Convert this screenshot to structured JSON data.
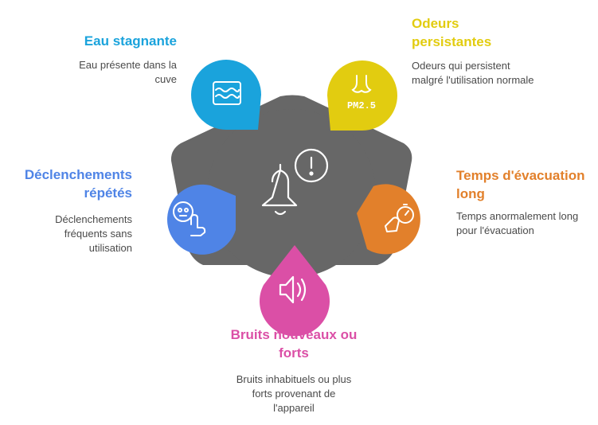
{
  "colors": {
    "center": "#676767",
    "water": "#1aa3dc",
    "odor": "#e2cc10",
    "evac": "#e2802b",
    "noise": "#db4fa6",
    "trigger": "#4f84e6"
  },
  "center": {
    "icon": "alarm-bell-icon"
  },
  "items": {
    "water": {
      "title": "Eau stagnante",
      "desc": "Eau présente dans la cuve",
      "icon": "water-level-icon"
    },
    "odor": {
      "title": "Odeurs persistantes",
      "desc": "Odeurs qui persistent malgré l'utilisation normale",
      "icon": "nose-pm25-icon",
      "icon_text": "PM2.5"
    },
    "evac": {
      "title": "Temps d'évacuation long",
      "desc": "Temps anormalement long pour l'évacuation",
      "icon": "stopwatch-hand-icon"
    },
    "noise": {
      "title": "Bruits nouveaux ou forts",
      "desc": "Bruits inhabituels ou plus forts provenant de l'appareil",
      "icon": "speaker-icon"
    },
    "trigger": {
      "title": "Déclenchements répétés",
      "desc": "Déclenchements fréquents sans utilisation",
      "icon": "tap-finger-icon"
    }
  }
}
